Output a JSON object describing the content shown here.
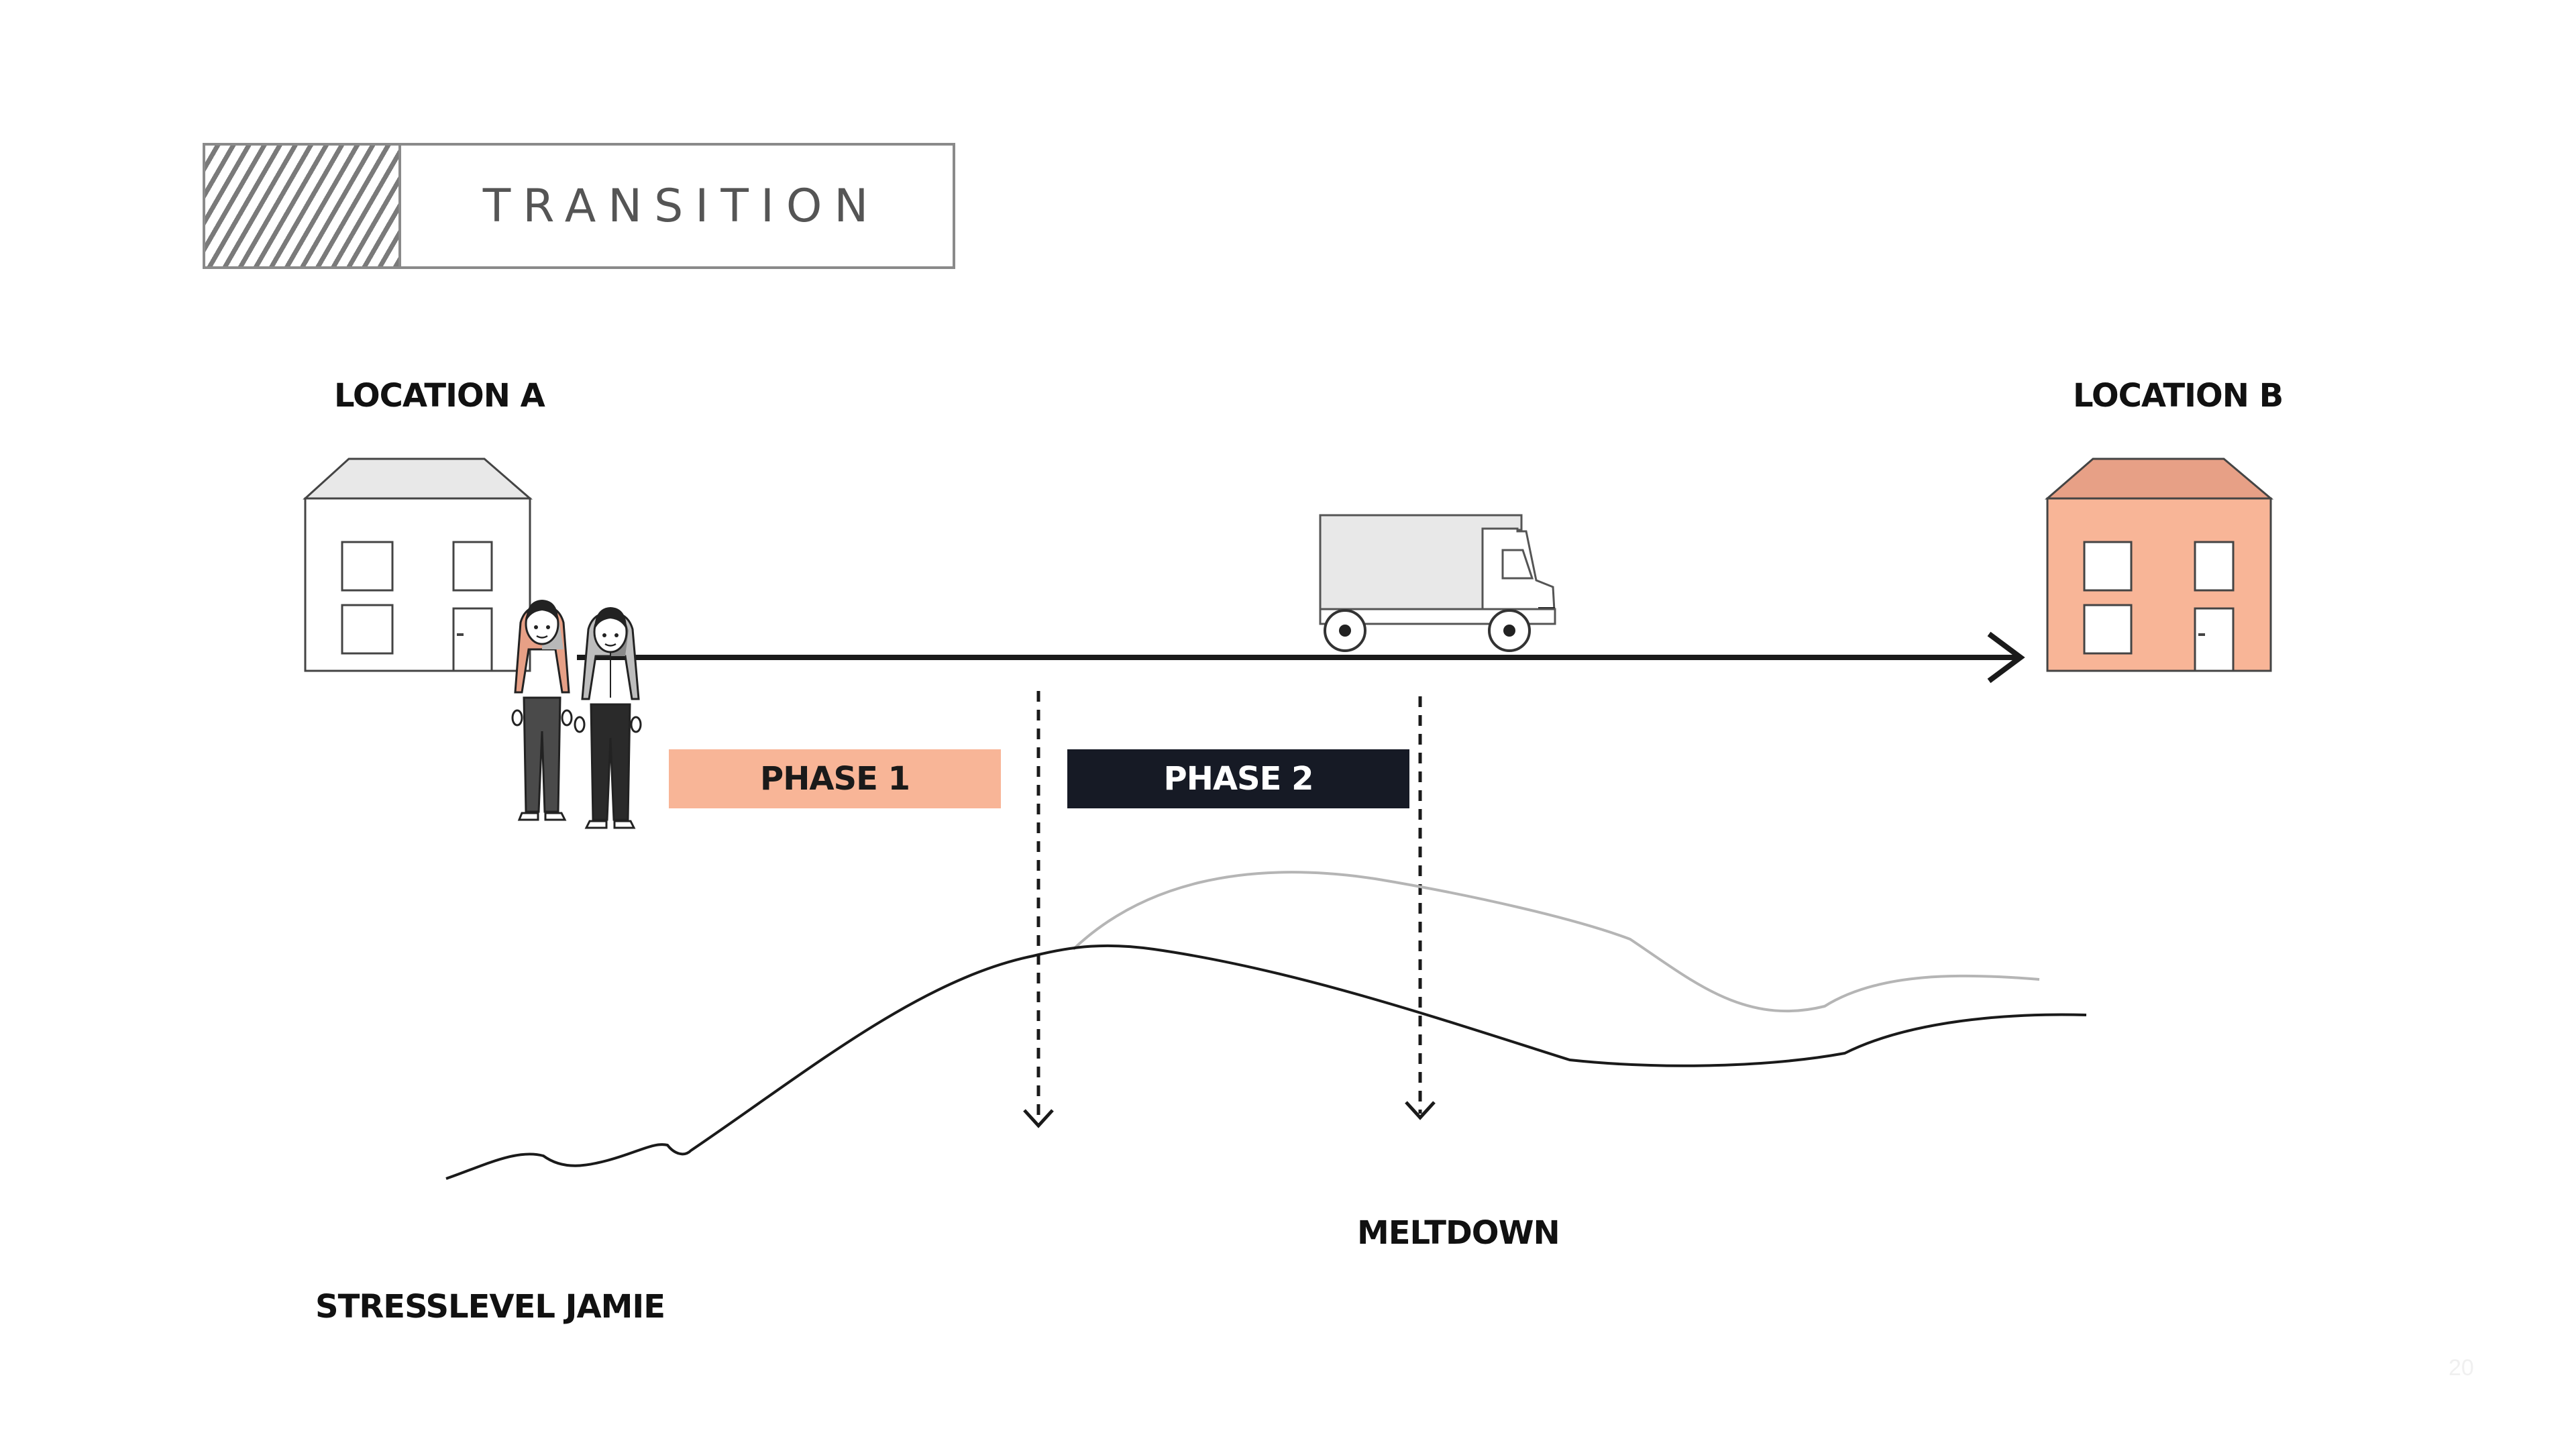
{
  "title": "TRANSITION",
  "locations": {
    "a": "LOCATION A",
    "b": "LOCATION B"
  },
  "phases": {
    "phase1": "PHASE 1",
    "phase2": "PHASE 2"
  },
  "labels": {
    "meltdown": "MELTDOWN",
    "stress": "STRESSLEVEL JAMIE"
  },
  "slide_number": "20",
  "colors": {
    "accent": "#f8b597",
    "accent_dark": "#e7a086",
    "dark": "#161a25",
    "line": "#1a1a1a",
    "grey_line": "#b5b5b5"
  }
}
